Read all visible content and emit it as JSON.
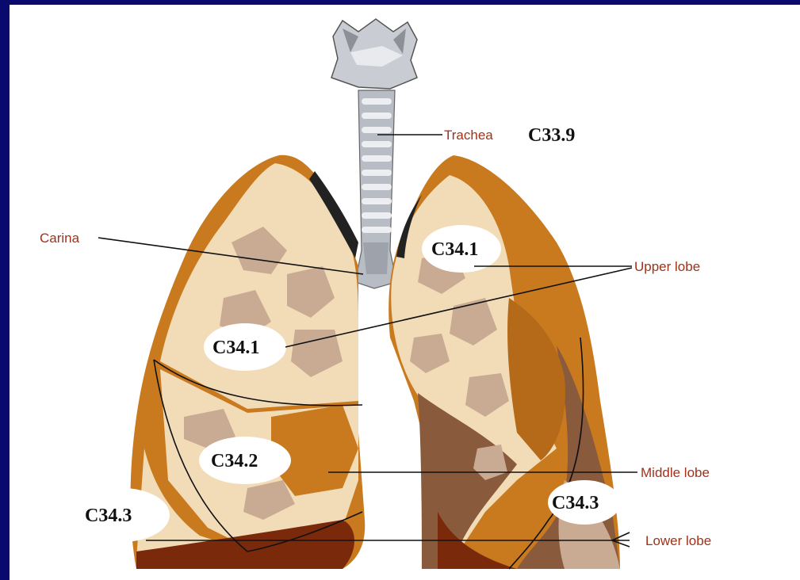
{
  "diagram": {
    "callouts": {
      "trachea": "Trachea",
      "carina": "Carina",
      "upper_lobe": "Upper lobe",
      "middle_lobe": "Middle lobe",
      "lower_lobe": "Lower lobe"
    },
    "codes": {
      "trachea": "C33.9",
      "right_upper": "C34.1",
      "left_upper": "C34.1",
      "right_middle": "C34.2",
      "right_lower": "C34.3",
      "left_lower": "C34.3"
    }
  },
  "colors": {
    "background": "#0a0a6e",
    "lung_orange": "#c97a1e",
    "lung_tan": "#f2dcb8",
    "lung_brown": "#8a5a3c",
    "lung_dark": "#7a2a0a",
    "airway_gray": "#b8bcc4",
    "callout_text": "#a0321a"
  },
  "icons": [
    "trachea-graphic",
    "right-lung-graphic",
    "left-lung-graphic"
  ]
}
